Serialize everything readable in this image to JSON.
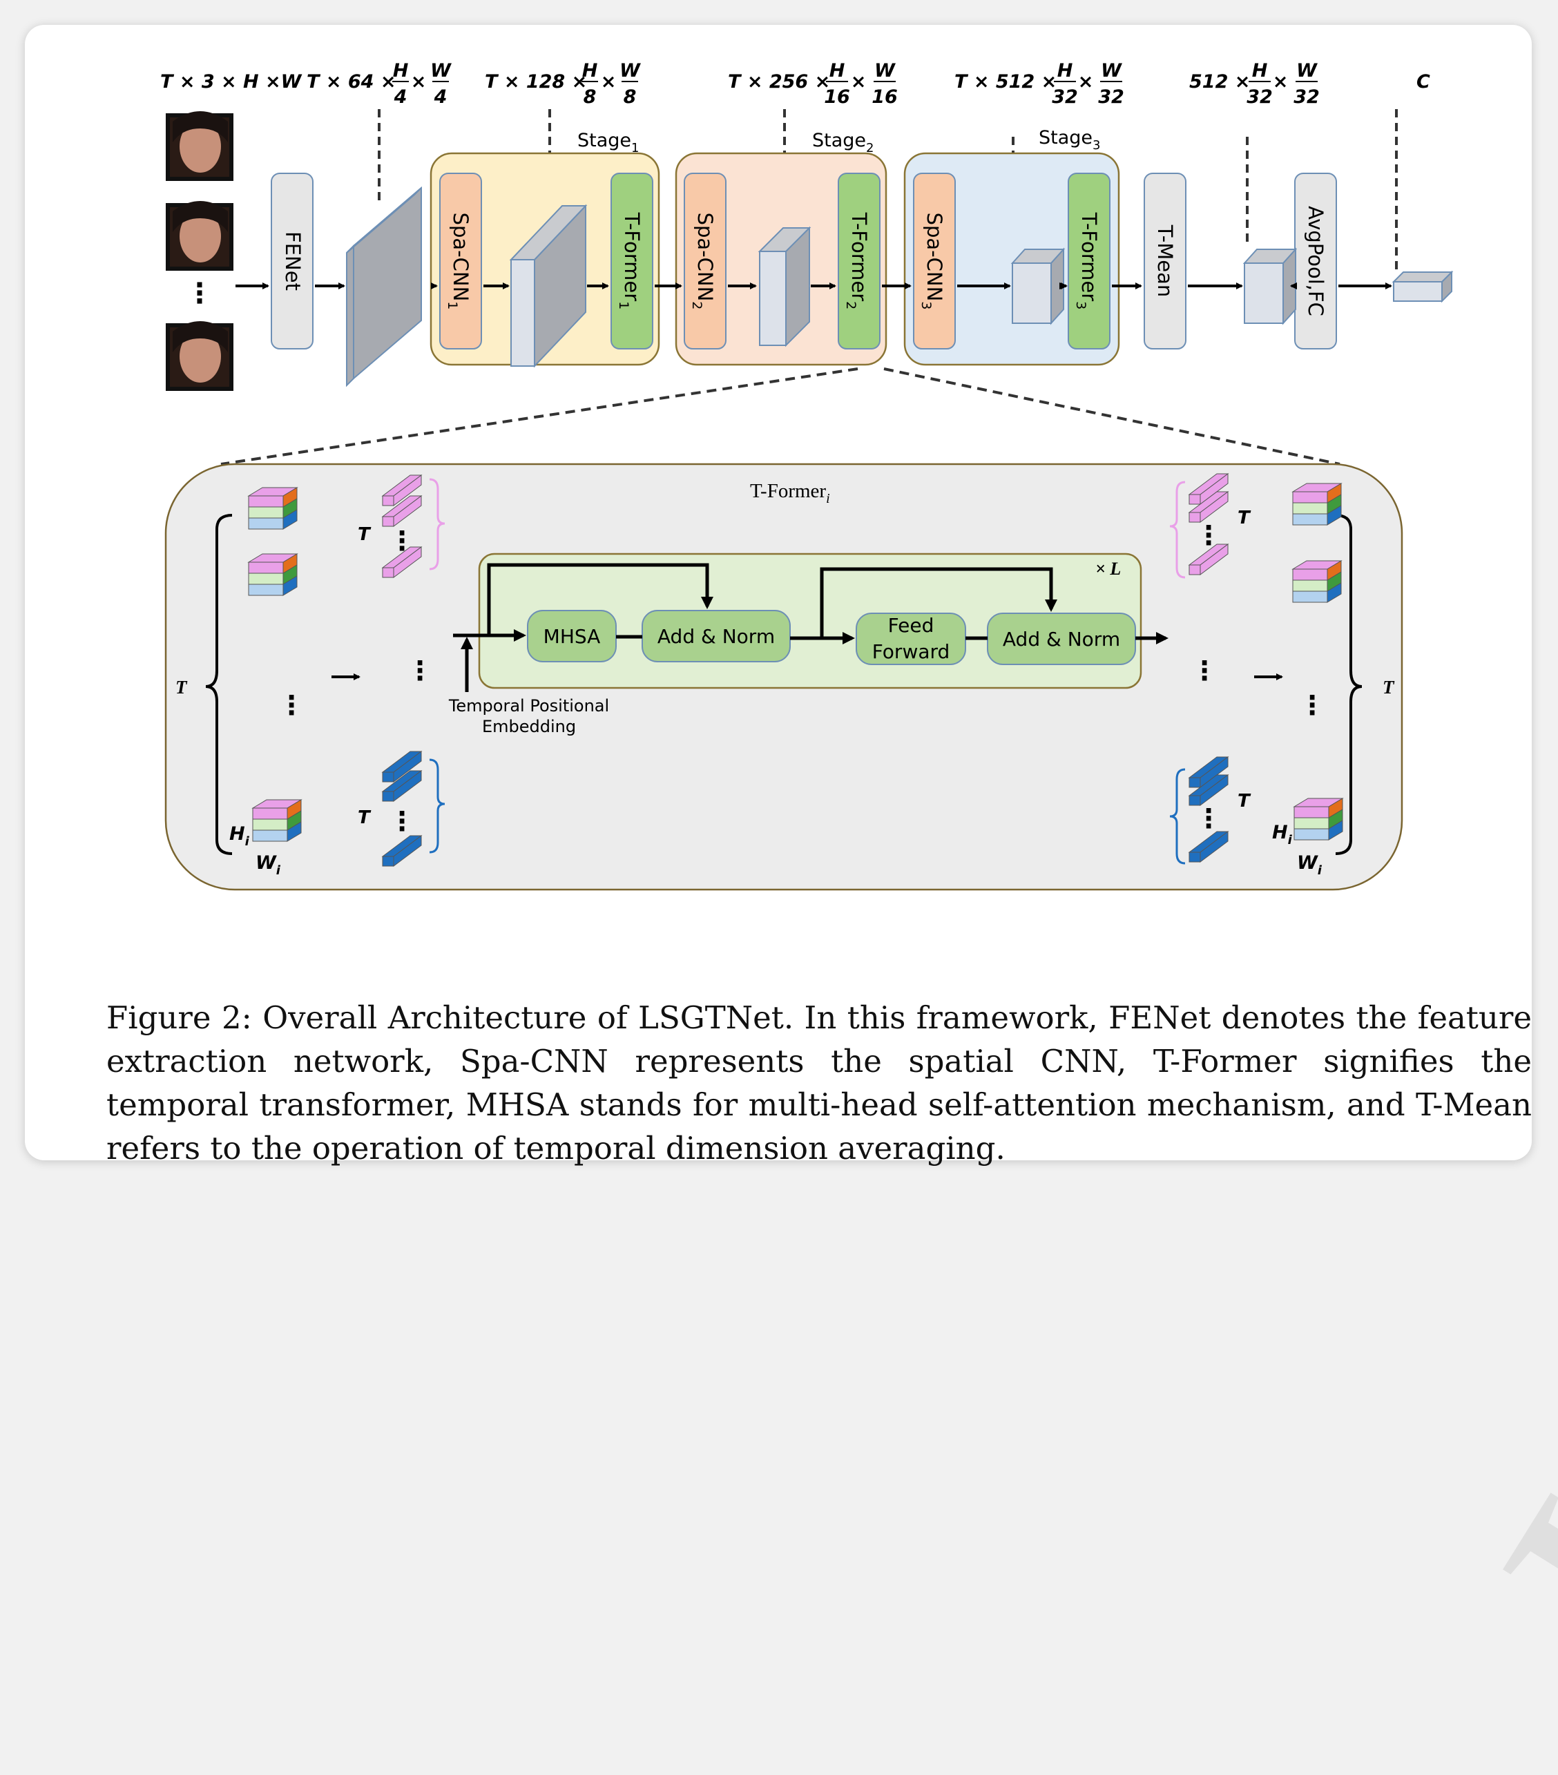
{
  "dims": {
    "input": "T × 3 × H ×W",
    "d1_prefix": "T × 64 ×",
    "d2_prefix": "T × 128 ×",
    "d3_prefix": "T × 256 ×",
    "d4_prefix": "T × 512 ×",
    "d5_prefix": "512 ×",
    "out": "C"
  },
  "frac": {
    "H": "H",
    "W": "W",
    "d1_den": "4",
    "d2_den": "8",
    "d3_den": "16",
    "d4_den": "32",
    "d5_den": "32",
    "times": "×"
  },
  "stages": {
    "label": "Stage",
    "s1": "1",
    "s2": "2",
    "s3": "3"
  },
  "blocks": {
    "fenet": "FENet",
    "spa_cnn": "Spa-CNN",
    "t_former": "T-Former",
    "sub1": "1",
    "sub2": "2",
    "sub3": "3",
    "t_mean": "T-Mean",
    "avgpool_fc": "AvgPool,FC"
  },
  "detail": {
    "title": "T-Former",
    "title_sub": "i",
    "repeat": "× L",
    "mhsa": "MHSA",
    "add_norm_1": "Add & Norm",
    "feed": "Feed",
    "forward": "Forward",
    "add_norm_2": "Add & Norm",
    "pos_emb_1": "Temporal Positional",
    "pos_emb_2": "Embedding",
    "T": "T",
    "H": "H",
    "W": "W",
    "i": "i",
    "ellipsis": "⋮"
  },
  "caption": "Figure 2: Overall Architecture of LSGTNet. In this framework, FENet denotes the feature extraction network, Spa-CNN represents the spatial CNN, T-Former signifies the temporal transformer, MHSA stands for multi-head self-attention mechanism, and T-Mean refers to the operation of temporal dimension averaging.",
  "watermark": "Journal Pre-proof",
  "colors": {
    "stage1_bg": "#fdefc8",
    "stage2_bg": "#fbe3d3",
    "stage3_bg": "#deeaf5",
    "spa_cnn": "#f8c9a8",
    "t_former": "#9fd07f",
    "gray_block": "#e6e6e6",
    "block_border": "#6d8fb5",
    "stage_border": "#8a7535",
    "detail_bg": "#ececec",
    "detail_inner": "#e1efd3",
    "green_node": "#a9d18e",
    "pink": "#e9a0e8",
    "blue": "#1f6fbf"
  }
}
